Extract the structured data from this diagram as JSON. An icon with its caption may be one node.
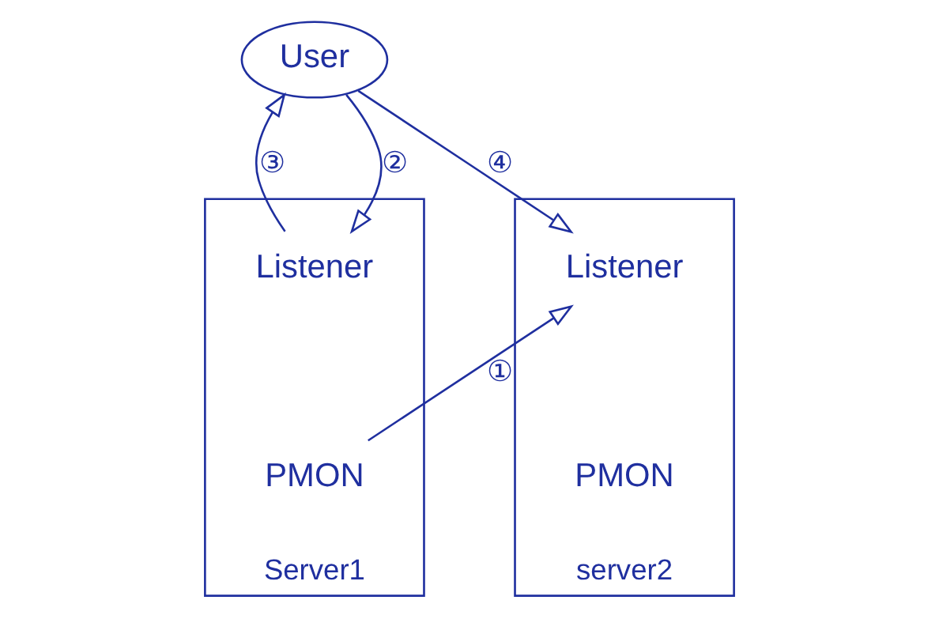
{
  "diagram": {
    "nodes": [
      {
        "text": [
          "Server1"
        ]
      },
      {
        "text": [
          "Listener"
        ],
        "in": 0
      },
      {
        "text": [
          "PMON"
        ],
        "in": 0
      },
      {
        "text": [
          "server2"
        ]
      },
      {
        "text": [
          "Listener"
        ],
        "in": 3
      },
      {
        "text": [
          "PMON"
        ],
        "in": 3
      },
      {
        "text": [
          "User"
        ]
      }
    ],
    "edges": [
      {
        "from": 2,
        "to": 4,
        "arrow": "to",
        "label": "①"
      },
      {
        "from": 6,
        "to": 1,
        "arrow": "to",
        "label": "②"
      },
      {
        "from": 1,
        "to": 6,
        "arrow": "to",
        "label": "③"
      },
      {
        "from": 6,
        "to": 4,
        "arrow": "to",
        "label": "④"
      }
    ]
  }
}
